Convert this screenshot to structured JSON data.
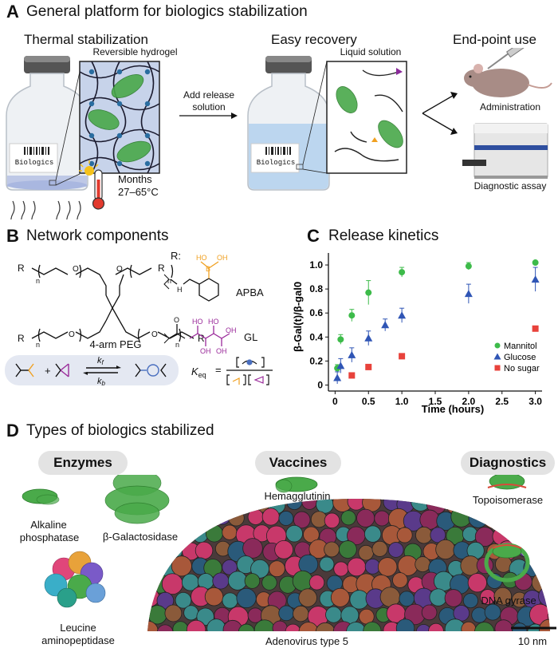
{
  "panel_a": {
    "letter": "A",
    "title": "General platform for biologics stabilization",
    "thermal_head": "Thermal stabilization",
    "recovery_head": "Easy recovery",
    "enduse_head": "End-point use",
    "hydrogel_label": "Reversible hydrogel",
    "liquid_label": "Liquid solution",
    "vial_label": "Biologics",
    "release_line1": "Add release",
    "release_line2": "solution",
    "months": "Months",
    "temp": "27–65°C",
    "administration": "Administration",
    "diagnostic": "Diagnostic assay"
  },
  "panel_b": {
    "letter": "B",
    "title": "Network components",
    "r_label": "R",
    "n_label": "n",
    "r_colon": "R:",
    "peg_label": "4-arm PEG",
    "apba": "APBA",
    "gl": "GL",
    "kf": "k",
    "kf_sub": "f",
    "kb": "k",
    "kb_sub": "b",
    "keq": "K",
    "keq_sub": "eq",
    "equals": "=",
    "ho": "HO",
    "oh": "OH",
    "b": "B",
    "n_atom": "N",
    "h_atom": "H",
    "o_atom": "O"
  },
  "panel_c": {
    "letter": "C",
    "title": "Release kinetics"
  },
  "chart_data": {
    "type": "scatter",
    "title": "Release kinetics",
    "xlabel": "Time (hours)",
    "ylabel": "β-Gal(t)/β-gal0",
    "xlim": [
      -0.1,
      3.1
    ],
    "ylim": [
      -0.05,
      1.1
    ],
    "xticks": [
      "0",
      "0.5",
      "1.0",
      "1.5",
      "2.0",
      "2.5",
      "3.0"
    ],
    "yticks": [
      "0",
      "0.2",
      "0.4",
      "0.6",
      "0.8",
      "1.0"
    ],
    "legend": "bottom-right",
    "series": [
      {
        "name": "Mannitol",
        "color": "#3dbb4a",
        "marker": "circle",
        "x": [
          0.033,
          0.083,
          0.25,
          0.5,
          1.0,
          2.0,
          3.0
        ],
        "y": [
          0.14,
          0.38,
          0.58,
          0.77,
          0.94,
          0.99,
          1.02
        ],
        "err": [
          0.03,
          0.04,
          0.05,
          0.1,
          0.04,
          0.03,
          0.01
        ]
      },
      {
        "name": "Glucose",
        "color": "#2f55b5",
        "marker": "triangle",
        "x": [
          0.033,
          0.083,
          0.25,
          0.5,
          0.75,
          1.0,
          2.0,
          3.0
        ],
        "y": [
          0.06,
          0.16,
          0.25,
          0.39,
          0.5,
          0.58,
          0.76,
          0.88
        ],
        "err": [
          0.05,
          0.06,
          0.06,
          0.06,
          0.05,
          0.06,
          0.08,
          0.1
        ]
      },
      {
        "name": "No sugar",
        "color": "#e8423b",
        "marker": "square",
        "x": [
          0.25,
          0.5,
          1.0,
          3.0
        ],
        "y": [
          0.08,
          0.15,
          0.24,
          0.47
        ],
        "err": [
          0,
          0,
          0,
          0.02
        ]
      }
    ]
  },
  "panel_d": {
    "letter": "D",
    "title": "Types of biologics stabilized",
    "enzymes": "Enzymes",
    "vaccines": "Vaccines",
    "diagnostics": "Diagnostics",
    "alkaline_1": "Alkaline",
    "alkaline_2": "phosphatase",
    "bgal": "β-Galactosidase",
    "leucine_1": "Leucine",
    "leucine_2": "aminopeptidase",
    "hemagglutinin": "Hemagglutinin",
    "adenovirus": "Adenovirus type 5",
    "topo": "Topoisomerase",
    "gyrase": "DNA gyrase",
    "scale": "10 nm"
  },
  "colors": {
    "green_protein": "#3a9a3a",
    "gel_fill": "#c7d3ea",
    "orange": "#f0a020",
    "purple": "#9a2a9a",
    "blue_text": "#2f55b5",
    "red": "#e8423b"
  }
}
